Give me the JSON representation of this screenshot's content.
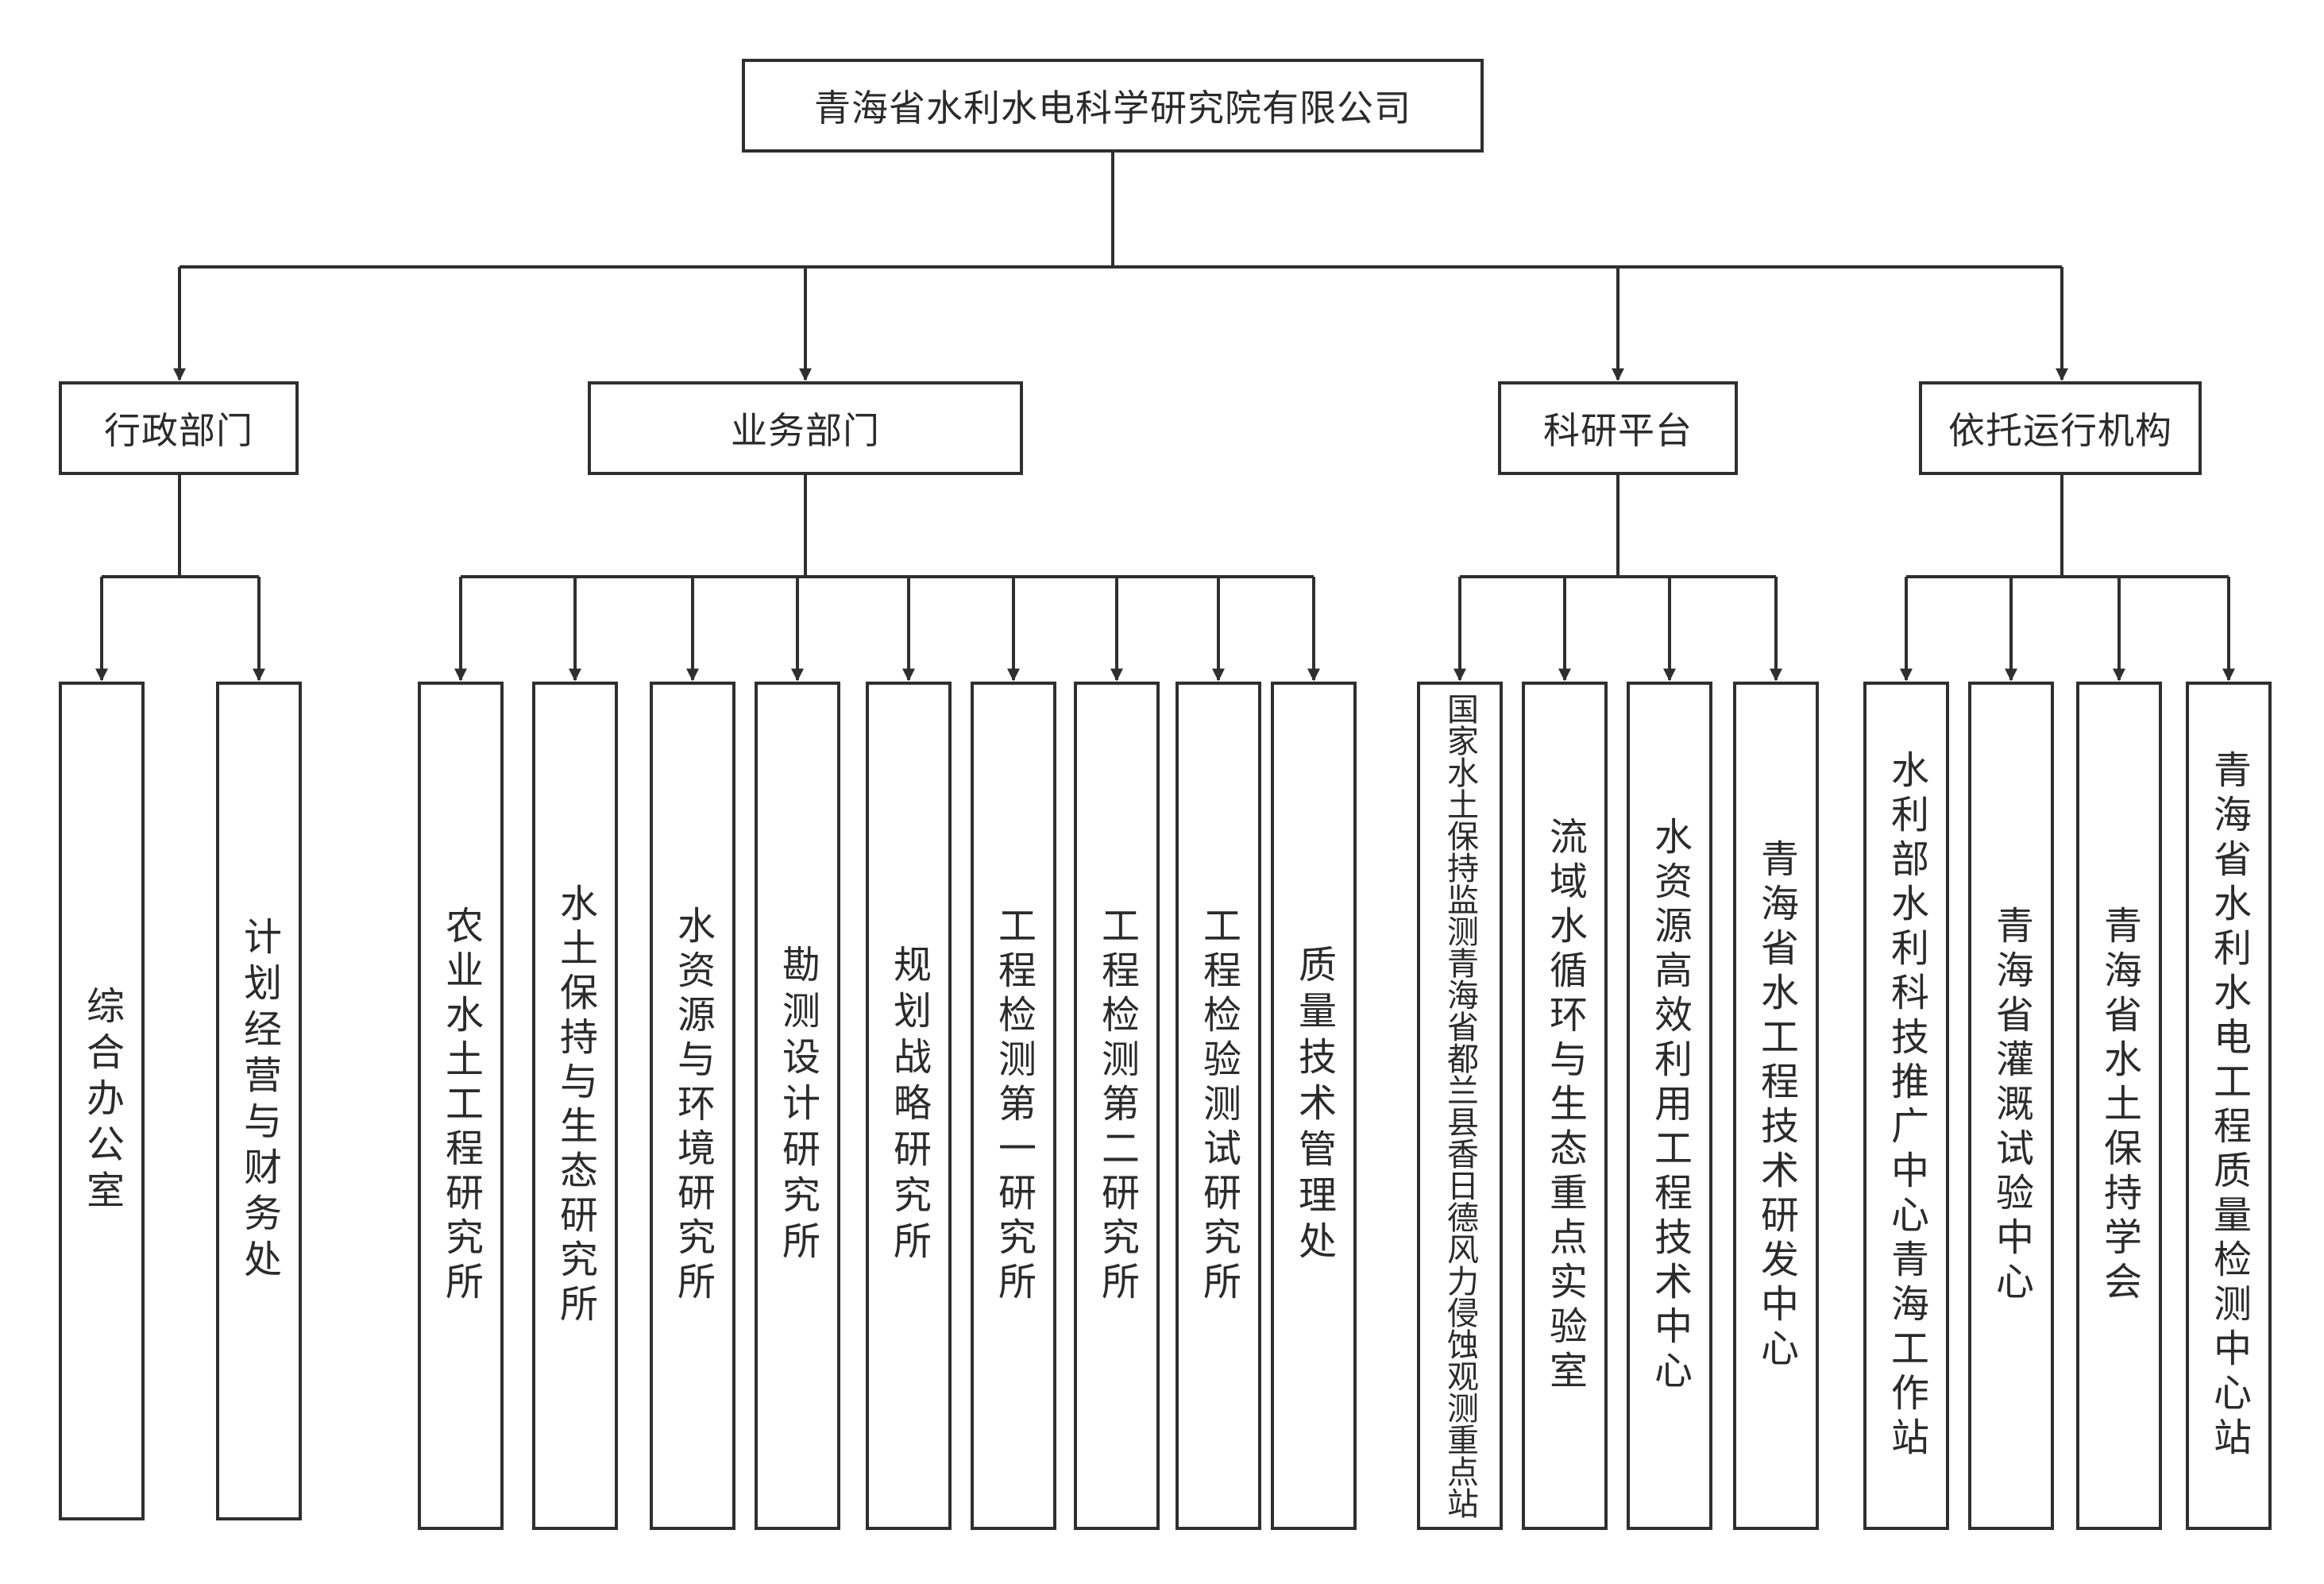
{
  "root": {
    "label": "青海省水利水电科学研究院有限公司"
  },
  "departments": [
    {
      "label": "行政部门",
      "children": [
        "综合办公室",
        "计划经营与财务处"
      ]
    },
    {
      "label": "业务部门",
      "children": [
        "农业水土工程研究所",
        "水土保持与生态研究所",
        "水资源与环境研究所",
        "勘测设计研究所",
        "规划战略研究所",
        "工程检测第一研究所",
        "工程检测第二研究所",
        "工程检验测试研究所",
        "质量技术管理处"
      ]
    },
    {
      "label": "科研平台",
      "children": [
        "国家水土保持监测青海省都兰县香日德风力侵蚀观测重点站",
        "流域水循环与生态重点实验室",
        "水资源高效利用工程技术中心",
        "青海省水工程技术研发中心"
      ]
    },
    {
      "label": "依托运行机构",
      "children": [
        "水利部水利科技推广中心青海工作站",
        "青海省灌溉试验中心",
        "青海省水土保持学会",
        "青海省水利水电工程质量检测中心站"
      ]
    }
  ],
  "colors": {
    "line": "#2f2f2f",
    "text": "#2b2b2b",
    "background": "#ffffff"
  }
}
